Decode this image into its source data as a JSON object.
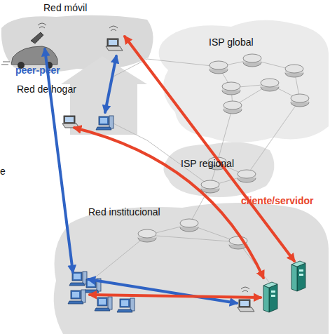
{
  "diagram": {
    "nodes": [
      {
        "text": [
          "Red móvil"
        ]
      },
      {
        "text": [
          "ISP global"
        ]
      },
      {
        "text": [
          "Red de hogar"
        ]
      },
      {
        "text": [
          "ISP regional"
        ]
      },
      {
        "text": [
          "Red institucional"
        ]
      }
    ],
    "labels": [
      "peer-peer",
      "cliente/servidor",
      "e"
    ]
  }
}
